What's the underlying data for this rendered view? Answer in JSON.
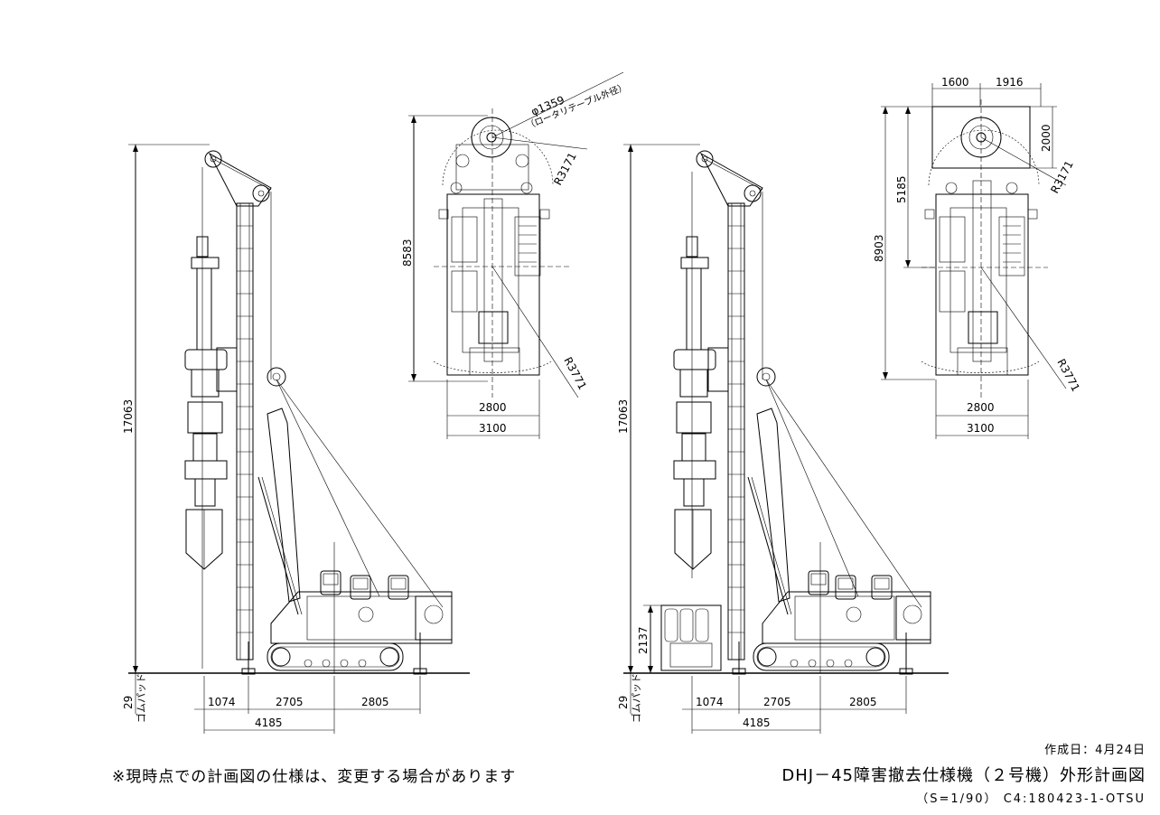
{
  "views": {
    "left_side": {
      "height_dim": "17063",
      "pad_label": "ゴムパッド",
      "pad_dim": "29",
      "bottom_dims": [
        "1074",
        "2705",
        "2805"
      ],
      "total_dim": "4185"
    },
    "left_top": {
      "diameter_label": "φ1359",
      "diameter_note": "（ロータリテーブル外径）",
      "r1": "R3171",
      "r2": "R3771",
      "height_dim": "8583",
      "width1": "2800",
      "width2": "3100"
    },
    "right_side": {
      "height_dim": "17063",
      "box_dim": "2137",
      "pad_label": "ゴムパッド",
      "pad_dim": "29",
      "bottom_dims": [
        "1074",
        "2705",
        "2805"
      ],
      "total_dim": "4185"
    },
    "right_top": {
      "top_dims": [
        "1600",
        "1916"
      ],
      "side_dim_small": "2000",
      "h1": "5185",
      "h2": "8903",
      "r1": "R3171",
      "r2": "R3771",
      "width1": "2800",
      "width2": "3100"
    }
  },
  "footer": {
    "note": "※現時点での計画図の仕様は、変更する場合があります",
    "date": "作成日：4月24日",
    "title": "DHJ－45障害撤去仕様機（２号機）外形計画図",
    "scale_code": "（S=1/90） C4:180423-1-OTSU"
  }
}
